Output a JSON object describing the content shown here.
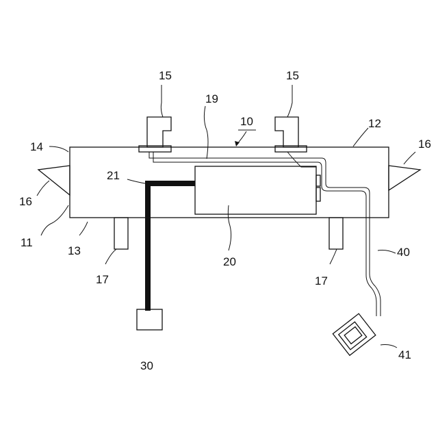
{
  "figure": {
    "labels": {
      "housing": "11",
      "top_wall": "12",
      "bottom_wall": "13",
      "left_wall": "14",
      "clip_left": "15",
      "clip_right": "15",
      "flange_left": "16",
      "flange_right": "16",
      "foot_left": "17",
      "foot_right": "17",
      "assembly": "10",
      "wire": "19",
      "module": "20",
      "cable_21": "21",
      "connector": "30",
      "cable_40": "40",
      "plug": "41"
    }
  }
}
